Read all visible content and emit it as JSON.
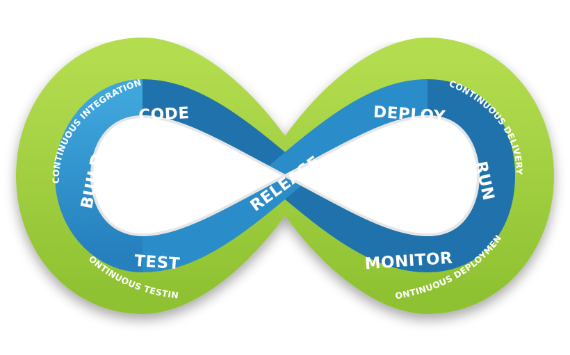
{
  "diagram": {
    "stages": {
      "code": "CODE",
      "build": "BUILD",
      "test": "TEST",
      "release": "RELEASE",
      "deploy": "DEPLOY",
      "run": "RUN",
      "monitor": "MONITOR"
    },
    "practices": {
      "integration": "CONTINUOUS INTEGRATION",
      "testing": "CONTINUOUS TESTING",
      "delivery": "CONTINUOUS DELIVERY",
      "deployment": "CONTINUOUS DEPLOYMENT"
    },
    "colors": {
      "outer_ring": "#9ccd3c",
      "outer_ring_dark": "#7fb12a",
      "inner_ring": "#2d8fc9",
      "inner_ring_dark": "#1c6ea6",
      "text": "#ffffff"
    }
  }
}
